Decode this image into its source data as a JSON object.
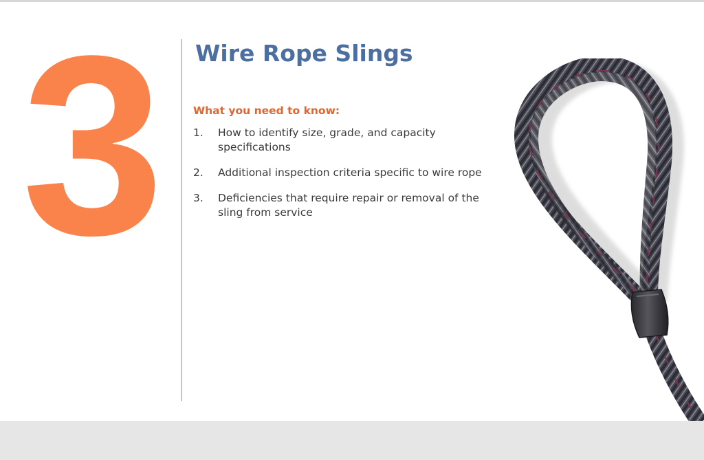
{
  "slide": {
    "number": "3",
    "title": "Wire Rope Slings",
    "subheading": "What you need to know:",
    "items": [
      {
        "num": "1.",
        "text": "How to identify size, grade, and capacity specifications"
      },
      {
        "num": "2.",
        "text": "Additional inspection criteria specific to wire rope"
      },
      {
        "num": "3.",
        "text": "Deficiencies that require repair or removal of the sling from service"
      }
    ]
  },
  "colors": {
    "number": "#fa824b",
    "title": "#4a6fa0",
    "subheading": "#e2652c",
    "rope_dark": "#3c3c46",
    "rope_accent": "#7a3450"
  },
  "image": {
    "icon": "wire-rope-sling-eye-image"
  }
}
